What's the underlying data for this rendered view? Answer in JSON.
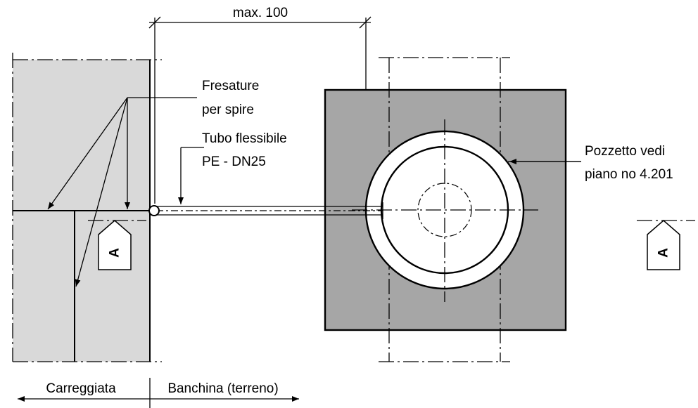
{
  "dimension": {
    "label": "max. 100"
  },
  "labels": {
    "milling_line1": "Fresature",
    "milling_line2": "per spire",
    "hose_line1": "Tubo flessibile",
    "hose_line2": "PE - DN25",
    "manhole_line1": "Pozzetto vedi",
    "manhole_line2": "piano no 4.201"
  },
  "section_markers": {
    "left": "A",
    "right": "A"
  },
  "bottom_labels": {
    "carriageway": "Carreggiata",
    "shoulder": "Banchina (terreno)"
  },
  "colors": {
    "road_fill": "#d9d9d9",
    "block_fill": "#a6a6a6",
    "line": "#000000",
    "white": "#ffffff"
  }
}
